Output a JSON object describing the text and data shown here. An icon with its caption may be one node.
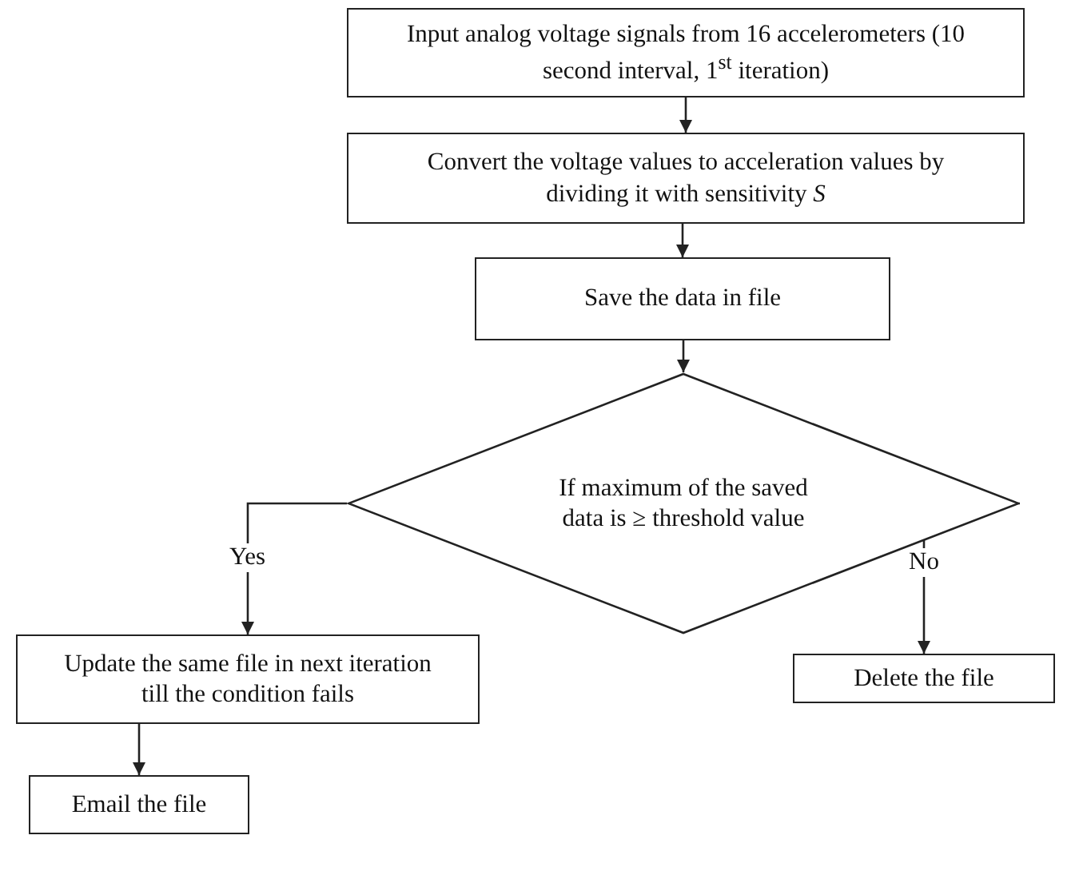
{
  "diagram": {
    "nodes": [
      {
        "text": [
          "Input analog voltage signals from 16 accelerometers (10 second interval, 1$^{st}$ iteration)"
        ]
      },
      {
        "text": [
          "Convert the voltage values to acceleration values by dividing it with sensitivity *S*"
        ]
      },
      {
        "text": [
          "Save the data in file"
        ]
      },
      {
        "text": [
          "If maximum of the saved data is ≥ threshold value"
        ]
      },
      {
        "text": [
          "Update the same file in next iteration till the condition fails"
        ]
      },
      {
        "text": [
          "Delete the file"
        ]
      },
      {
        "text": [
          "Email the file"
        ]
      }
    ],
    "edges": [
      {
        "from": 0,
        "to": 1,
        "arrow": "to"
      },
      {
        "from": 1,
        "to": 2,
        "arrow": "to"
      },
      {
        "from": 2,
        "to": 3,
        "arrow": "to"
      },
      {
        "from": 3,
        "to": 4,
        "arrow": "to",
        "label": "Yes"
      },
      {
        "from": 3,
        "to": 5,
        "arrow": "to",
        "label": "No"
      },
      {
        "from": 4,
        "to": 6,
        "arrow": "to"
      }
    ]
  }
}
